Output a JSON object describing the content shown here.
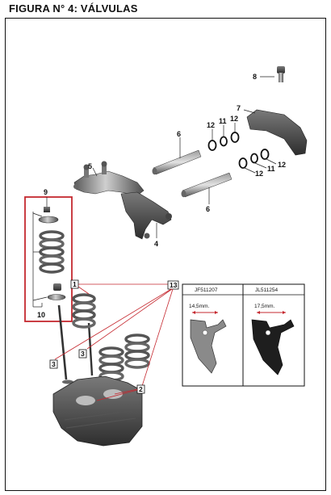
{
  "title": "FIGURA N° 4: VÁLVULAS",
  "callouts": {
    "c1": "1",
    "c2": "2",
    "c3": "3",
    "c3b": "3",
    "c4": "4",
    "c5": "5",
    "c6a": "6",
    "c6b": "6",
    "c7": "7",
    "c8": "8",
    "c9": "9",
    "c10": "10",
    "c11a": "11",
    "c11b": "11",
    "c12a": "12",
    "c12b": "12",
    "c12c": "12",
    "c12d": "12",
    "c13": "13"
  },
  "detail": {
    "left_code": "JF511207",
    "right_code": "JL511254",
    "left_dim": "14,5mm.",
    "right_dim": "17,5mm."
  },
  "colors": {
    "highlight": "#c5282f",
    "line": "#111111",
    "part_dark": "#4a4a4a",
    "part_mid": "#8a8a8a"
  }
}
